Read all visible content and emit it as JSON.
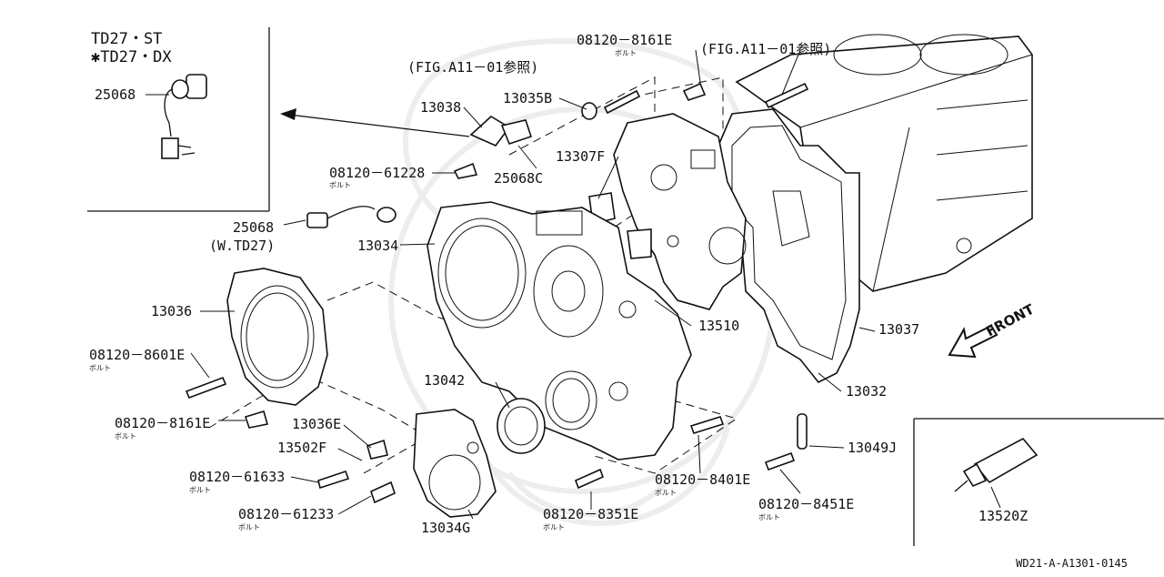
{
  "inset": {
    "model_line1": "TD27・ST",
    "model_line2": "✱TD27・DX",
    "part_25068": "25068"
  },
  "labels": {
    "fig_ref_left": "(FIG.A11－01参照)",
    "fig_ref_right": "(FIG.A11－01参照)",
    "p08120_8161E_top": "08120－8161E",
    "p08120_8161E_top_sub": "ボルト",
    "p13035B": "13035B",
    "p13038": "13038",
    "p13307F": "13307F",
    "p25068C": "25068C",
    "p08120_61228": "08120－61228",
    "p08120_61228_sub": "ボルト",
    "p25068": "25068",
    "p25068_note": "(W.TD27)",
    "p13034": "13034",
    "p13036": "13036",
    "p08120_8601E": "08120－8601E",
    "p08120_8601E_sub": "ボルト",
    "p08120_8161E_low": "08120－8161E",
    "p08120_8161E_low_sub": "ボルト",
    "p13036E": "13036E",
    "p13502F": "13502F",
    "p08120_61633": "08120－61633",
    "p08120_61633_sub": "ボルト",
    "p08120_61233": "08120－61233",
    "p08120_61233_sub": "ボルト",
    "p13042": "13042",
    "p13034G": "13034G",
    "p08120_8351E": "08120－8351E",
    "p08120_8351E_sub": "ボルト",
    "p08120_8401E": "08120－8401E",
    "p08120_8401E_sub": "ボルト",
    "p08120_8451E": "08120－8451E",
    "p08120_8451E_sub": "ボルト",
    "p13510": "13510",
    "p13037": "13037",
    "p13032": "13032",
    "p13049J": "13049J",
    "front": "FRONT",
    "p13520Z": "13520Z"
  },
  "doc_id": "WD21-A-A1301-0145"
}
